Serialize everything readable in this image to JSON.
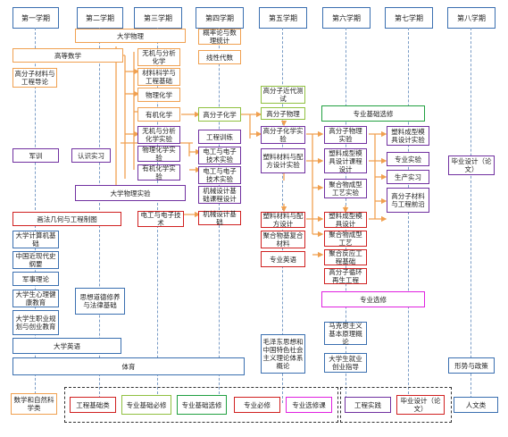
{
  "semesters": [
    "第一学期",
    "第二学期",
    "第三学期",
    "第四学期",
    "第五学期",
    "第六学期",
    "第七学期",
    "第八学期"
  ],
  "courses": {
    "dxwl": "大学物理",
    "gdsx": "高等数学",
    "gfzcl": "高分子材料与工程导论",
    "wjfx": "无机与分析化学",
    "clkxjc": "材料科学与工程基础",
    "wlhx": "物理化学",
    "yjhx": "有机化学",
    "wjfxsy": "无机与分析化学实验",
    "wlhxsy": "物理化学实验",
    "yjhxsy": "有机化学实验",
    "gllsl": "概率论与数理统计",
    "xxds": "线性代数",
    "gfzhx": "高分子化学",
    "gcxl": "工程训练",
    "dgdz1": "电工与电子技术实验",
    "dgdz2": "电工与电子技术实验",
    "jxsj": "机械设计基础课程设计",
    "jxsjjc": "机械设计基础",
    "dgdzjs": "电工与电子技术",
    "gfzjdcs": "高分子近代测试",
    "gfzwl": "高分子物理",
    "gfzhxsy": "高分子化学实验",
    "slcl": "塑料材料与配方设计实验",
    "slclpf": "塑料材料与配方设计",
    "jhwjgfh": "聚合物基复合材料",
    "zyyy": "专业英语",
    "mzd": "毛泽东思想和中国特色社会主义理论体系概论",
    "zyjcxx": "专业基础选修",
    "gfzwlsy": "高分子物理实验",
    "sxmjsj": "塑料成型模具设计课程设计",
    "jhwcxgy": "聚合物成型工艺实验",
    "slcxmj": "塑料成型模具设计",
    "jhwcx": "聚合物成型工艺",
    "jhfygc": "聚合反应工程基础",
    "gfzxh": "高分子循环再生工程",
    "zyxx": "专业选修",
    "mkszy": "马克思主义基本原理概论",
    "dxsjy": "大学生就业创业指导",
    "slmjcx": "塑料成型模具设计实验",
    "zysy": "专业实验",
    "scsx": "生产实习",
    "gfzqy": "高分子材料与工程前沿",
    "bysj": "毕业设计（论文）",
    "xsyzc": "形势与政策",
    "jx": "军训",
    "rssx": "认识实习",
    "dxwlsy": "大学物理实验",
    "hfjh": "画法几何与工程制图",
    "dxjsj": "大学计算机基础",
    "zgjx": "中国近现代史纲要",
    "jslun": "军事理论",
    "dxsxl": "大学生心理健康教育",
    "dxszy": "大学生职业规划与创业教育",
    "sxdd": "思想道德修养与法律基础",
    "dxyy": "大学英语",
    "ty": "体育"
  },
  "legend": {
    "sxkx": "数学和自然科学类",
    "gcjc": "工程基础类",
    "zyjcbx": "专业基础必修",
    "zyjcxx": "专业基础选修",
    "zybx": "专业必修",
    "zyxxk": "专业选修课",
    "gcsj": "工程实践",
    "bysj": "毕业设计（论文）",
    "rwl": "人文类"
  }
}
